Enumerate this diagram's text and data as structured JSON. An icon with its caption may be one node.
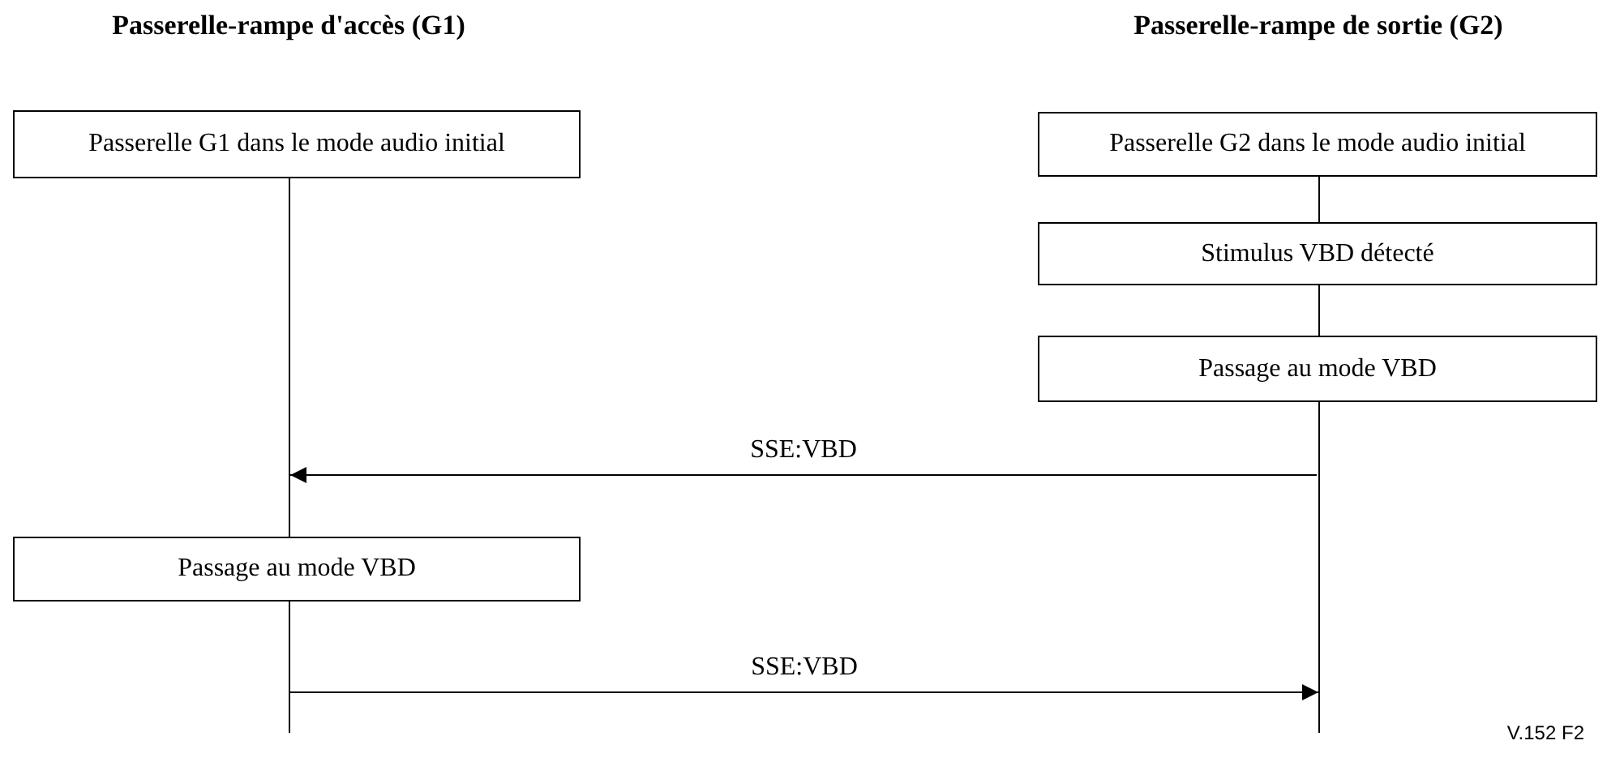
{
  "diagram": {
    "nodes": [
      {
        "text": [
          "Passerelle-rampe d'accès (G1)"
        ]
      },
      {
        "text": [
          "Passerelle-rampe de sortie (G2)"
        ]
      },
      {
        "text": [],
        "shape": "bar"
      },
      {
        "text": [],
        "shape": "bar"
      },
      {
        "text": [],
        "shape": "bar"
      },
      {
        "text": [
          "Passerelle G1 dans le mode audio initial"
        ]
      },
      {
        "text": [
          "Passerelle G2 dans le mode audio initial"
        ]
      },
      {
        "text": [
          "Stimulus VBD détecté"
        ]
      },
      {
        "text": [
          "Passage au mode VBD"
        ]
      },
      {
        "text": [
          "Passage au mode VBD"
        ]
      }
    ],
    "edges": [
      {
        "from": 4,
        "to": 2,
        "arrow": "to",
        "label": "SSE:VBD"
      },
      {
        "from": 3,
        "to": 4,
        "arrow": "to",
        "label": "SSE:VBD"
      },
      {
        "from": 6,
        "to": 7,
        "arrow": "none"
      },
      {
        "from": 7,
        "to": 8,
        "arrow": "none"
      }
    ],
    "labels": [
      "V.152 F2"
    ]
  }
}
